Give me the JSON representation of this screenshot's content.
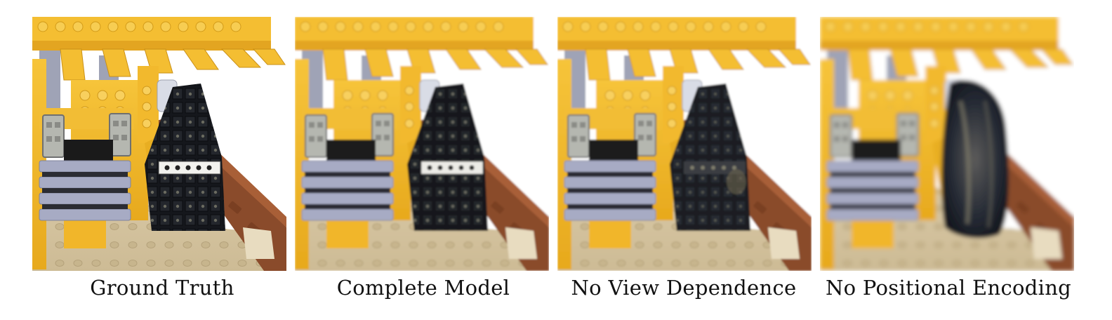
{
  "figure": {
    "panels": [
      {
        "caption": "Ground Truth"
      },
      {
        "caption": "Complete Model"
      },
      {
        "caption": "No View Dependence"
      },
      {
        "caption": "No Positional Encoding"
      }
    ]
  }
}
